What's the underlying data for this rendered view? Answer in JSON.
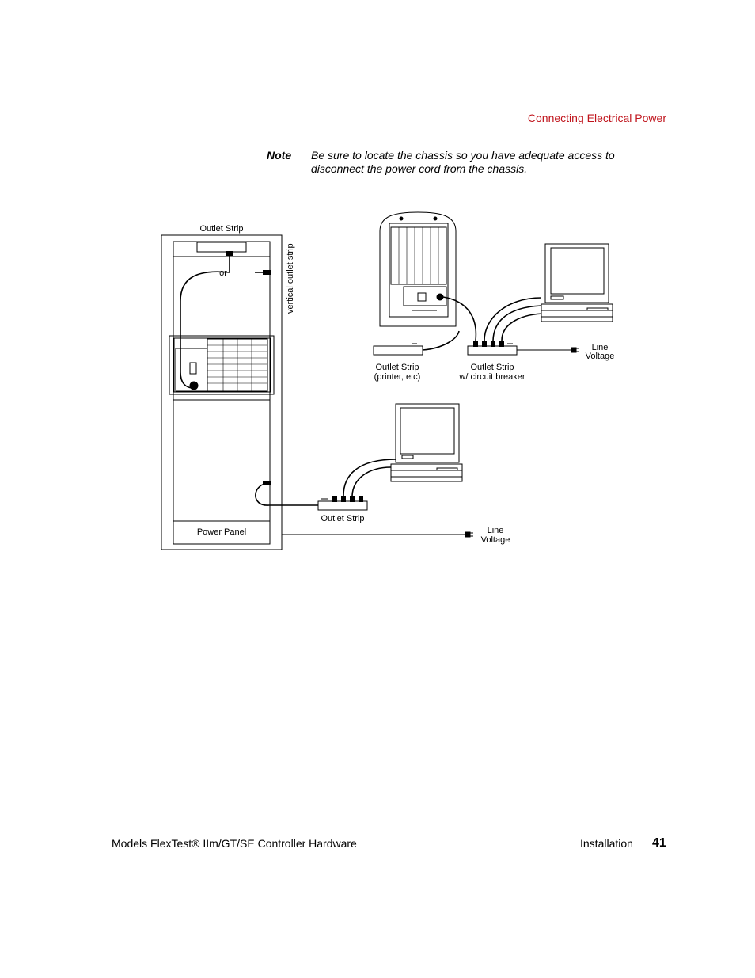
{
  "header": {
    "section_title": "Connecting Electrical Power"
  },
  "note": {
    "label": "Note",
    "text": "Be sure to locate the chassis so you have adequate access to disconnect the power cord from the chassis."
  },
  "diagram": {
    "outlet_strip_top": "Outlet Strip",
    "or_label": "or",
    "vertical_outlet_strip": "vertical outlet strip",
    "power_panel": "Power Panel",
    "outlet_strip_printer_line1": "Outlet Strip",
    "outlet_strip_printer_line2": "(printer, etc)",
    "outlet_strip_breaker_line1": "Outlet Strip",
    "outlet_strip_breaker_line2": "w/ circuit breaker",
    "line_voltage_1_line1": "Line",
    "line_voltage_1_line2": "Voltage",
    "outlet_strip_bottom": "Outlet Strip",
    "line_voltage_2_line1": "Line",
    "line_voltage_2_line2": "Voltage"
  },
  "footer": {
    "title": "Models FlexTest® IIm/GT/SE Controller Hardware",
    "section": "Installation",
    "page_number": "41"
  }
}
